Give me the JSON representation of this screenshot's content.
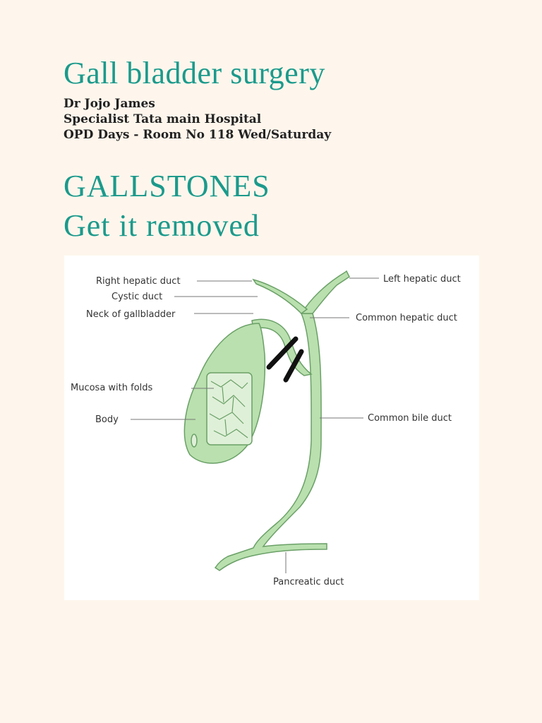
{
  "header": {
    "title": "Gall bladder surgery",
    "doctor": "Dr Jojo James",
    "position": "Specialist Tata main Hospital",
    "opd": "OPD Days - Room No 118 Wed/Saturday"
  },
  "headline": {
    "line1": "GALLSTONES",
    "line2": "Get it removed"
  },
  "diagram": {
    "labels": {
      "right_hepatic_duct": "Right hepatic duct",
      "cystic_duct": "Cystic duct",
      "neck": "Neck of gallbladder",
      "mucosa": "Mucosa with folds",
      "body": "Body",
      "left_hepatic_duct": "Left hepatic duct",
      "common_hepatic_duct": "Common hepatic duct",
      "common_bile_duct": "Common bile duct",
      "pancreatic_duct": "Pancreatic duct"
    },
    "colors": {
      "organ_fill": "#b9e0ae",
      "organ_stroke": "#6aa067",
      "clip_marks": "#111111",
      "accent": "#1b9a8c"
    }
  }
}
